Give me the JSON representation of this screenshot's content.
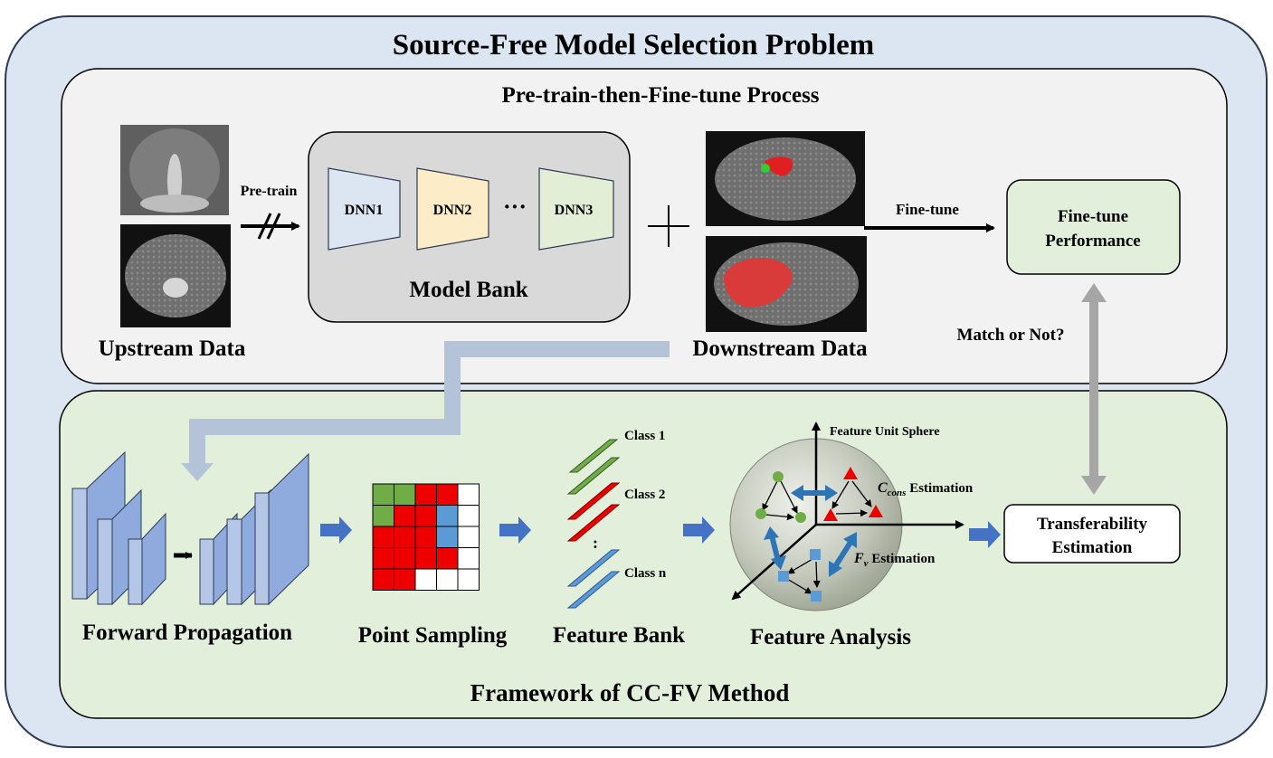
{
  "outer": {
    "title": "Source-Free Model Selection Problem"
  },
  "top": {
    "title": "Pre-train-then-Fine-tune Process",
    "upstream_label": "Upstream Data",
    "pretrain_label": "Pre-train",
    "model_bank": {
      "label": "Model Bank",
      "models": [
        {
          "name": "DNN1",
          "color": "#dce6f2"
        },
        {
          "name": "DNN2",
          "color": "#fdecc8"
        },
        {
          "name": "DNN3",
          "color": "#e2eed6"
        }
      ],
      "ellipsis": "···"
    },
    "downstream_label": "Downstream Data",
    "finetune_label": "Fine-tune",
    "finetune_perf": [
      "Fine-tune",
      "Performance"
    ],
    "match_label": "Match or Not?"
  },
  "bottom": {
    "title": "Framework of CC-FV Method",
    "steps": {
      "forward": "Forward Propagation",
      "point": "Point Sampling",
      "feature_bank": "Feature Bank",
      "feature_analysis": "Feature Analysis"
    },
    "classes": [
      "Class 1",
      "Class 2",
      "Class n"
    ],
    "class_ellipsis": ":",
    "sphere_label": "Feature Unit Sphere",
    "ccons": {
      "var": "C",
      "sub": "cons",
      "suffix": " Estimation"
    },
    "fv": {
      "var": "F",
      "sub": "v",
      "suffix": " Estimation"
    },
    "transfer": [
      "Transferability",
      "Estimation"
    ]
  },
  "grid": {
    "rows": [
      [
        "g",
        "g",
        "r",
        "r",
        "w"
      ],
      [
        "g",
        "r",
        "r",
        "b",
        "w"
      ],
      [
        "r",
        "r",
        "r",
        "b",
        "w"
      ],
      [
        "r",
        "r",
        "r",
        "r",
        "w"
      ],
      [
        "r",
        "r",
        "w",
        "w",
        "w"
      ]
    ],
    "colors": {
      "g": "#70ad47",
      "r": "#ee0000",
      "b": "#5b9bd5",
      "w": "#ffffff"
    }
  },
  "colors": {
    "outer_bg": "#dce6f2",
    "top_bg": "#f2f2f2",
    "bottom_bg": "#e2efda",
    "arrow_blue": "#4472c4",
    "connector_gray": "#b4c3d8",
    "layer_fill": "#b4c7e7"
  }
}
